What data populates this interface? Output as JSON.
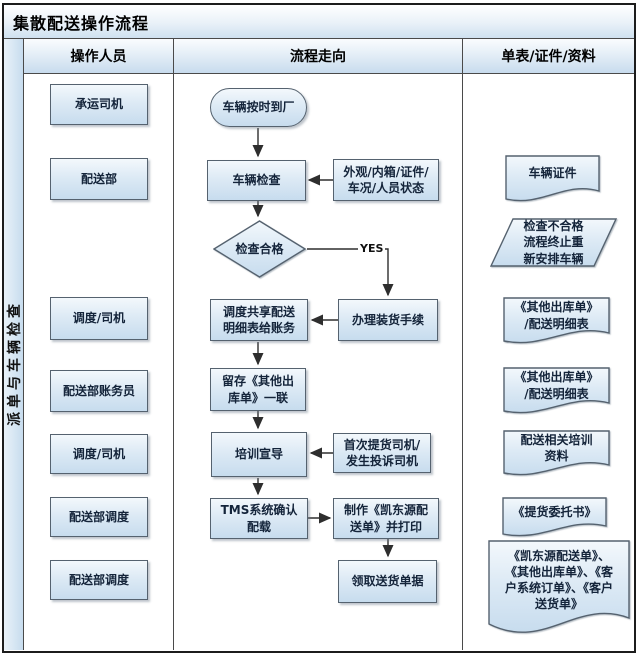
{
  "title": "集散配送操作流程",
  "band_label": "派单与车辆检查",
  "headers": {
    "operators": "操作人员",
    "flow": "流程走向",
    "documents": "单表/证件/资料"
  },
  "operators": [
    "承运司机",
    "配送部",
    "调度/司机",
    "配送部账务员",
    "调度/司机",
    "配送部调度",
    "配送部调度"
  ],
  "flow": {
    "start": "车辆按时到厂",
    "vehicle_check": "车辆检查",
    "check_items": "外观/内箱/证件/\n车况/人员状态",
    "decision": "检查合格",
    "yes_label": "YES",
    "load_goods": "办理装货手续",
    "share_detail": "调度共享配送\n明细表给账务",
    "keep_copy": "留存《其他出\n库单》一联",
    "training": "培训宣导",
    "training_targets": "首次提货司机/\n发生投诉司机",
    "tms_confirm": "TMS系统确认\n配载",
    "make_order": "制作《凯东源配\n送单》并打印",
    "receive_docs": "领取送货单据"
  },
  "documents": {
    "vehicle_cert": "车辆证件",
    "fail_note": "检查不合格\n流程终止重\n新安排车辆",
    "outbound_1": "《其他出库单》\n/配送明细表",
    "outbound_2": "《其他出库单》\n/配送明细表",
    "training_material": "配送相关培训\n资料",
    "pickup_letter": "《提货委托书》",
    "delivery_set": "《凯东源配送单》、\n《其他出库单》、《客\n户系统订单》、《客户\n送货单》"
  },
  "colors": {
    "shape_border": "#55626f",
    "shape_fill_bottom": "#c7dcee",
    "connector": "#2e2e2e"
  }
}
